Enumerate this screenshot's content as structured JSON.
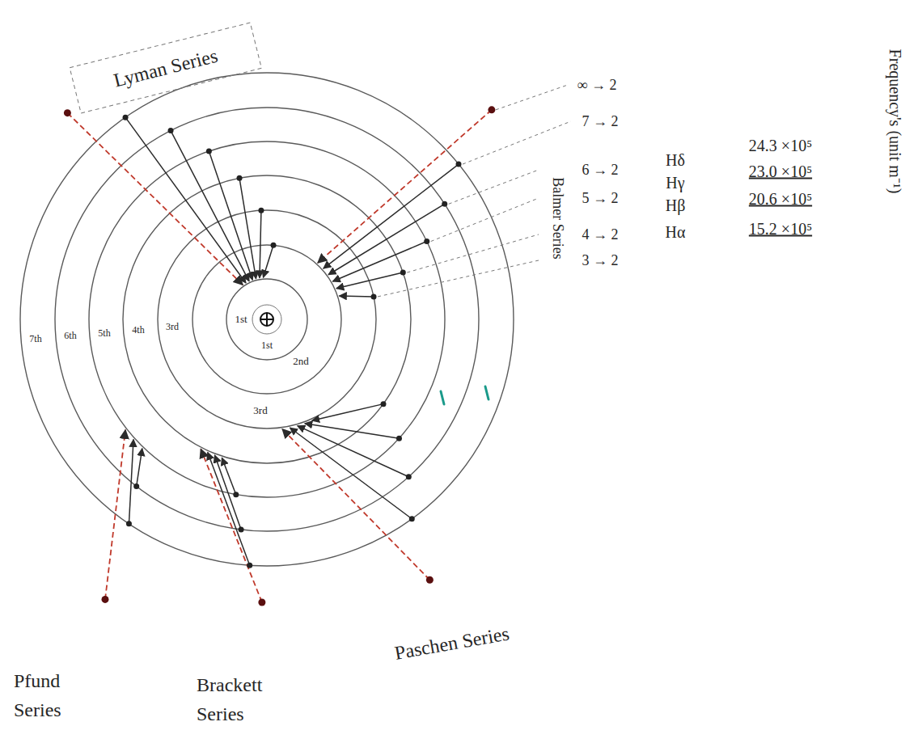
{
  "diagram": {
    "labels": [
      "Lyman Series",
      "∞ → 2",
      "7 → 2",
      "6 → 2",
      "5 → 2",
      "4 → 2",
      "3 → 2",
      "Balmer Series",
      "7th",
      "6th",
      "5th",
      "4th",
      "3rd",
      "1st",
      "1st",
      "2nd",
      "3rd",
      "Hδ",
      "24.3 ×10⁵",
      "Hγ",
      "23.0 ×10⁵",
      "Hβ",
      "20.6 ×10⁵",
      "Hα",
      "15.2 ×10⁵",
      "Frequency's (unit m⁻¹)",
      "Pfund Series",
      "Brackett Series",
      "Paschen Series"
    ]
  }
}
